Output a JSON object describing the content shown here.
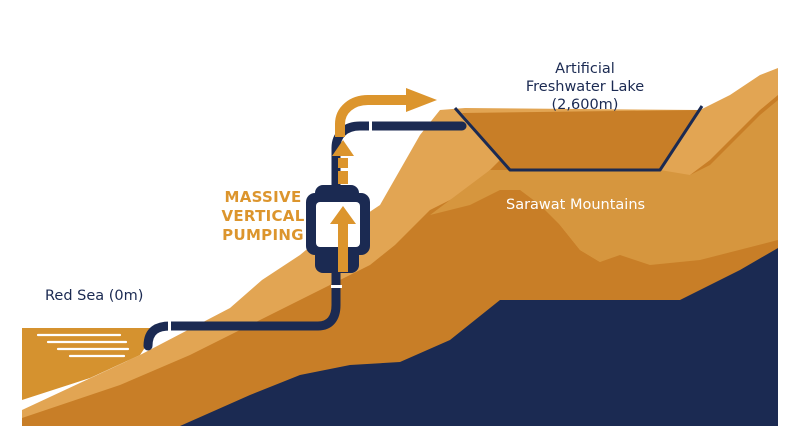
{
  "labels": {
    "lake_line1": "Artificial",
    "lake_line2": "Freshwater Lake",
    "lake_line3": "(2,600m)",
    "sea": "Red Sea (0m)",
    "mountains": "Sarawat Mountains",
    "pump_line1": "MASSIVE",
    "pump_line2": "VERTICAL",
    "pump_line3": "PUMPING"
  },
  "colors": {
    "light_orange": "#e2a553",
    "mid_orange": "#d39239",
    "dark_orange": "#c87e27",
    "deep_orange": "#b8741f",
    "sea_orange": "#d5922f",
    "navy": "#1b2a52",
    "arrow": "#dc952d",
    "white": "#ffffff"
  }
}
